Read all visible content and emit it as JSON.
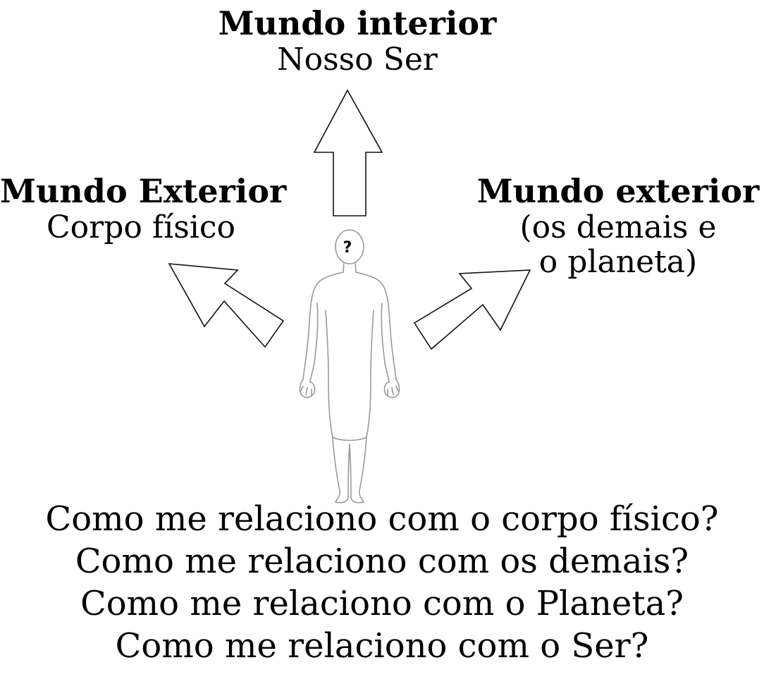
{
  "top": {
    "title": "Mundo interior",
    "subtitle": "Nosso Ser"
  },
  "left": {
    "title": "Mundo Exterior",
    "subtitle": "Corpo físico"
  },
  "right": {
    "title": "Mundo exterior",
    "subtitle_line1": "(os demais e",
    "subtitle_line2": "o planeta)"
  },
  "figure": {
    "head_mark": "?"
  },
  "questions": [
    "Como me relaciono com o corpo físico?",
    "Como me relaciono com os demais?",
    "Como me relaciono com o Planeta?",
    "Como me relaciono com o Ser?"
  ]
}
